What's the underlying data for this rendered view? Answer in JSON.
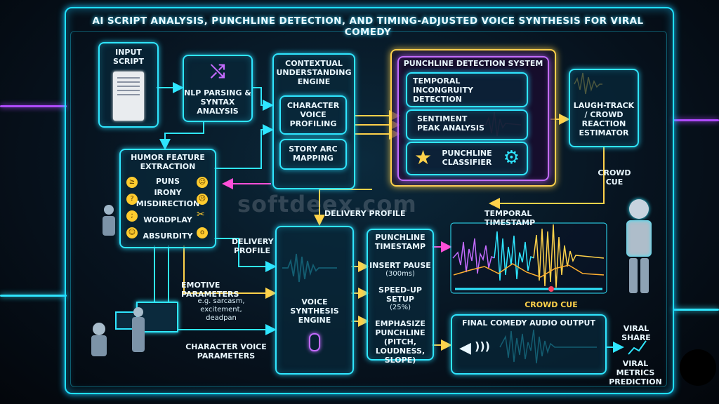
{
  "title": "AI SCRIPT ANALYSIS, PUNCHLINE DETECTION, AND TIMING-ADJUSTED VOICE SYNTHESIS FOR VIRAL COMEDY",
  "input_script": "INPUT SCRIPT",
  "nlp": {
    "line1": "NLP PARSING &",
    "line2": "SYNTAX ANALYSIS"
  },
  "context_engine": {
    "line1": "CONTEXTUAL",
    "line2": "UNDERSTANDING",
    "line3": "ENGINE"
  },
  "character_voice_profiling": {
    "line1": "CHARACTER",
    "line2": "VOICE",
    "line3": "PROFILING"
  },
  "story_arc": {
    "line1": "STORY ARC",
    "line2": "MAPPING"
  },
  "punchline_system": {
    "title": "PUNCHLINE DETECTION SYSTEM",
    "temporal": {
      "line1": "TEMPORAL",
      "line2": "INCONGRUITY",
      "line3": "DETECTION"
    },
    "sentiment": {
      "line1": "SENTIMENT",
      "line2": "PEAK ANALYSIS"
    },
    "classifier": {
      "line1": "PUNCHLINE",
      "line2": "CLASSIFIER"
    }
  },
  "laugh_track": {
    "line1": "LAUGH-TRACK",
    "line2": "/ CROWD",
    "line3": "REACTION",
    "line4": "ESTIMATOR"
  },
  "crowd_cue_right": {
    "line1": "CROWD",
    "line2": "CUE"
  },
  "humor": {
    "line1": "HUMOR FEATURE",
    "line2": "EXTRACTION",
    "items": [
      "PUNS",
      "IRONY",
      "MISDIRECTION",
      "WORDPLAY",
      "ABSURDITY"
    ]
  },
  "delivery_profile_top": "DELIVERY PROFILE",
  "temporal_timestamp": "TEMPORAL TIMESTAMP",
  "delivery_profile_left": {
    "line1": "DELIVERY",
    "line2": "PROFILE"
  },
  "emotive_parameters": "EMOTIVE PARAMETERS",
  "emotive_examples": {
    "line1": "e.g. sarcasm,",
    "line2": "excitement,",
    "line3": "deadpan"
  },
  "character_voice_parameters": {
    "line1": "CHARACTER VOICE",
    "line2": "PARAMETERS"
  },
  "voice_engine": {
    "line1": "VOICE",
    "line2": "SYNTHESIS",
    "line3": "ENGINE"
  },
  "punchline_timestamp": {
    "line1": "PUNCHLINE",
    "line2": "TIMESTAMP"
  },
  "insert_pause": {
    "line1": "INSERT PAUSE",
    "line2": "(300ms)"
  },
  "speed_up": {
    "line1": "SPEED-UP SETUP",
    "line2": "(25%)"
  },
  "emphasize": {
    "line1": "EMPHASIZE",
    "line2": "PUNCHLINE",
    "line3": "(PITCH,",
    "line4": "LOUDNESS,",
    "line5": "SLOPE)"
  },
  "crowd_cue_bottom": "CROWD CUE",
  "final_output": "FINAL COMEDY AUDIO OUTPUT",
  "viral_share": "VIRAL SHARE",
  "viral_metrics": {
    "line1": "VIRAL METRICS",
    "line2": "PREDICTION"
  },
  "watermark": "softdeex.com",
  "colors": {
    "cyan": "#2fe6ff",
    "gold": "#ffd24a",
    "purple": "#c46bff",
    "pink": "#ff4fd8"
  }
}
